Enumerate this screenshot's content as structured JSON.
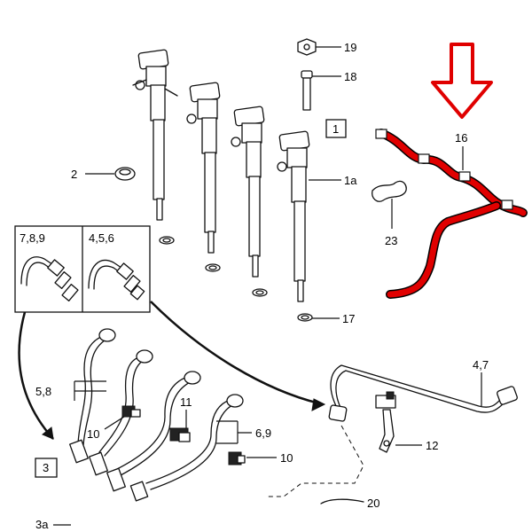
{
  "callouts": {
    "c19": "19",
    "c18": "18",
    "c1": "1",
    "c16": "16",
    "c2": "2",
    "c1a": "1a",
    "c23": "23",
    "c789": "7,8,9",
    "c456": "4,5,6",
    "c17": "17",
    "c47": "4,7",
    "c58": "5,8",
    "c11": "11",
    "c10a": "10",
    "c69": "6,9",
    "c12": "12",
    "c3": "3",
    "c10b": "10",
    "c3a": "3a",
    "c20": "20"
  },
  "colors": {
    "highlight": "#e00000",
    "arrow": "#e00000",
    "line": "#111111"
  }
}
